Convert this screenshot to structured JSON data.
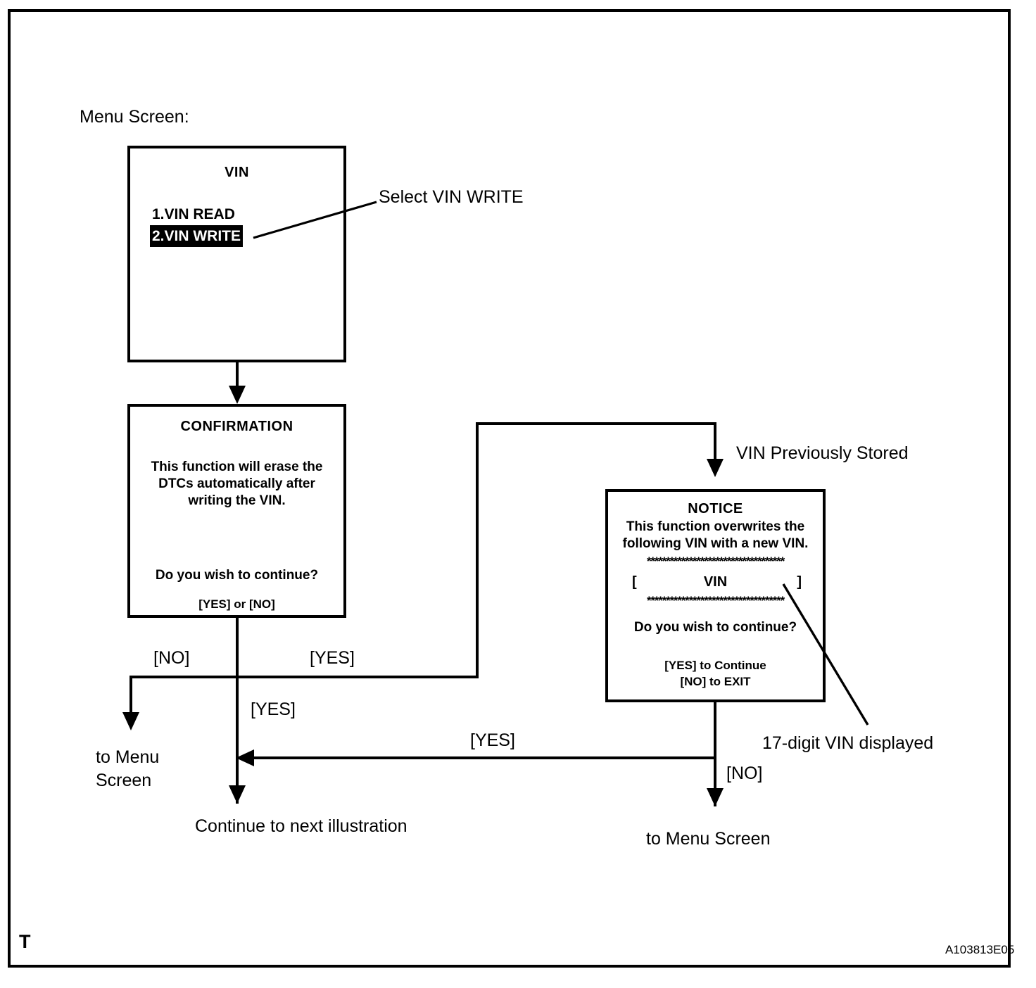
{
  "figure": {
    "corner_mark": "T",
    "figure_code": "A103813E05",
    "caption_menu_screen": "Menu Screen:"
  },
  "annotations": {
    "select_vin_write": "Select VIN WRITE",
    "vin_previously_stored": "VIN Previously Stored",
    "vin_17_digit": "17-digit VIN displayed"
  },
  "vin_screen": {
    "title": "VIN",
    "items": [
      {
        "label": "1.VIN READ",
        "selected": false
      },
      {
        "label": "2.VIN WRITE",
        "selected": true
      }
    ]
  },
  "confirmation_screen": {
    "title": "CONFIRMATION",
    "body_lines": [
      "This function will erase the",
      "DTCs automatically after",
      "writing the VIN."
    ],
    "question": "Do you wish to continue?",
    "options": "[YES] or [NO]"
  },
  "notice_screen": {
    "title": "NOTICE",
    "body_lines": [
      "This function overwrites the",
      "following VIN with a new VIN."
    ],
    "separator": "************************************",
    "vin_bracket_left": "[",
    "vin_placeholder": "VIN",
    "vin_bracket_right": "]",
    "question": "Do you wish to continue?",
    "option_yes": "[YES] to Continue",
    "option_no": "[NO] to EXIT"
  },
  "flow_labels": {
    "confirm_no": "[NO]",
    "confirm_yes_right": "[YES]",
    "confirm_yes_down": "[YES]",
    "notice_yes": "[YES]",
    "notice_no": "[NO]"
  },
  "terminals": {
    "to_menu_screen_left_line1": "to Menu",
    "to_menu_screen_left_line2": "Screen",
    "continue_next": "Continue to next illustration",
    "to_menu_screen_right": "to Menu Screen"
  },
  "colors": {
    "ink": "#000000",
    "paper": "#ffffff",
    "highlight_bg": "#000000",
    "highlight_fg": "#ffffff"
  }
}
